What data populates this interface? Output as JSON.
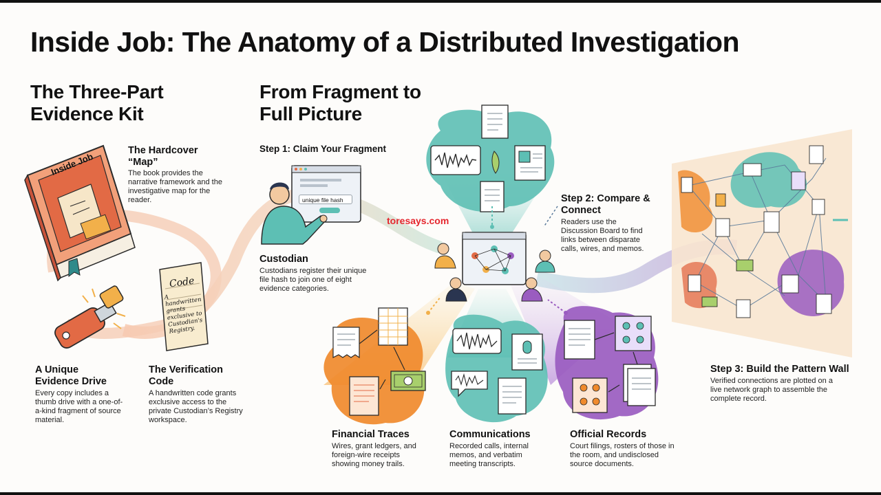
{
  "title": "Inside Job: The Anatomy of a Distributed Investigation",
  "watermark": "toresays.com",
  "kit": {
    "heading": "The Three-Part Evidence Kit",
    "book_label": "Inside Job",
    "code_card": {
      "title": "Code",
      "text": "A handwritten grants exclusive to Custodian's Registry."
    },
    "hardcover": {
      "title": "The Hardcover “Map”",
      "body": "The book provides the narrative framework and the investigative map for the reader."
    },
    "drive": {
      "title": "A Unique Evidence Drive",
      "body": "Every copy includes a thumb drive with a one-of-a-kind fragment of source material."
    },
    "verification": {
      "title": "The Verification Code",
      "body": "A handwritten code grants exclusive access to the private Custodian’s Registry workspace."
    }
  },
  "flow": {
    "heading": "From Fragment to Full Picture",
    "step1": {
      "label": "Step 1: Claim Your Fragment",
      "field": "unique file hash"
    },
    "custodian": {
      "title": "Custodian",
      "body": "Custodians register their unique file hash to join one of eight evidence categories."
    },
    "step2": {
      "title": "Step 2: Compare & Connect",
      "body": "Readers use the Discussion Board to find links between disparate calls, wires, and memos."
    },
    "step3": {
      "title": "Step 3: Build the Pattern Wall",
      "body": "Verified connections are plotted on a live network graph to assemble the complete record."
    },
    "categories": [
      {
        "title": "Financial Traces",
        "body": "Wires, grant ledgers, and foreign-wire receipts showing money trails."
      },
      {
        "title": "Communications",
        "body": "Recorded calls, internal memos, and verbatim meeting transcripts."
      },
      {
        "title": "Official Records",
        "body": "Court filings, rosters of those in the room, and undisclosed source documents."
      }
    ]
  },
  "colors": {
    "orange": "#f08a2c",
    "teal": "#5dbfb4",
    "purple": "#9a5cc0",
    "book_red": "#e26a45",
    "accent_green": "#a8cf6c"
  },
  "icons": [
    "book-icon",
    "thumb-drive-icon",
    "code-card-icon",
    "person-icon",
    "document-icon",
    "audio-wave-icon",
    "id-card-icon",
    "ledger-icon",
    "money-icon",
    "receipt-icon",
    "group-icon",
    "pin-icon",
    "network-graph-icon"
  ]
}
